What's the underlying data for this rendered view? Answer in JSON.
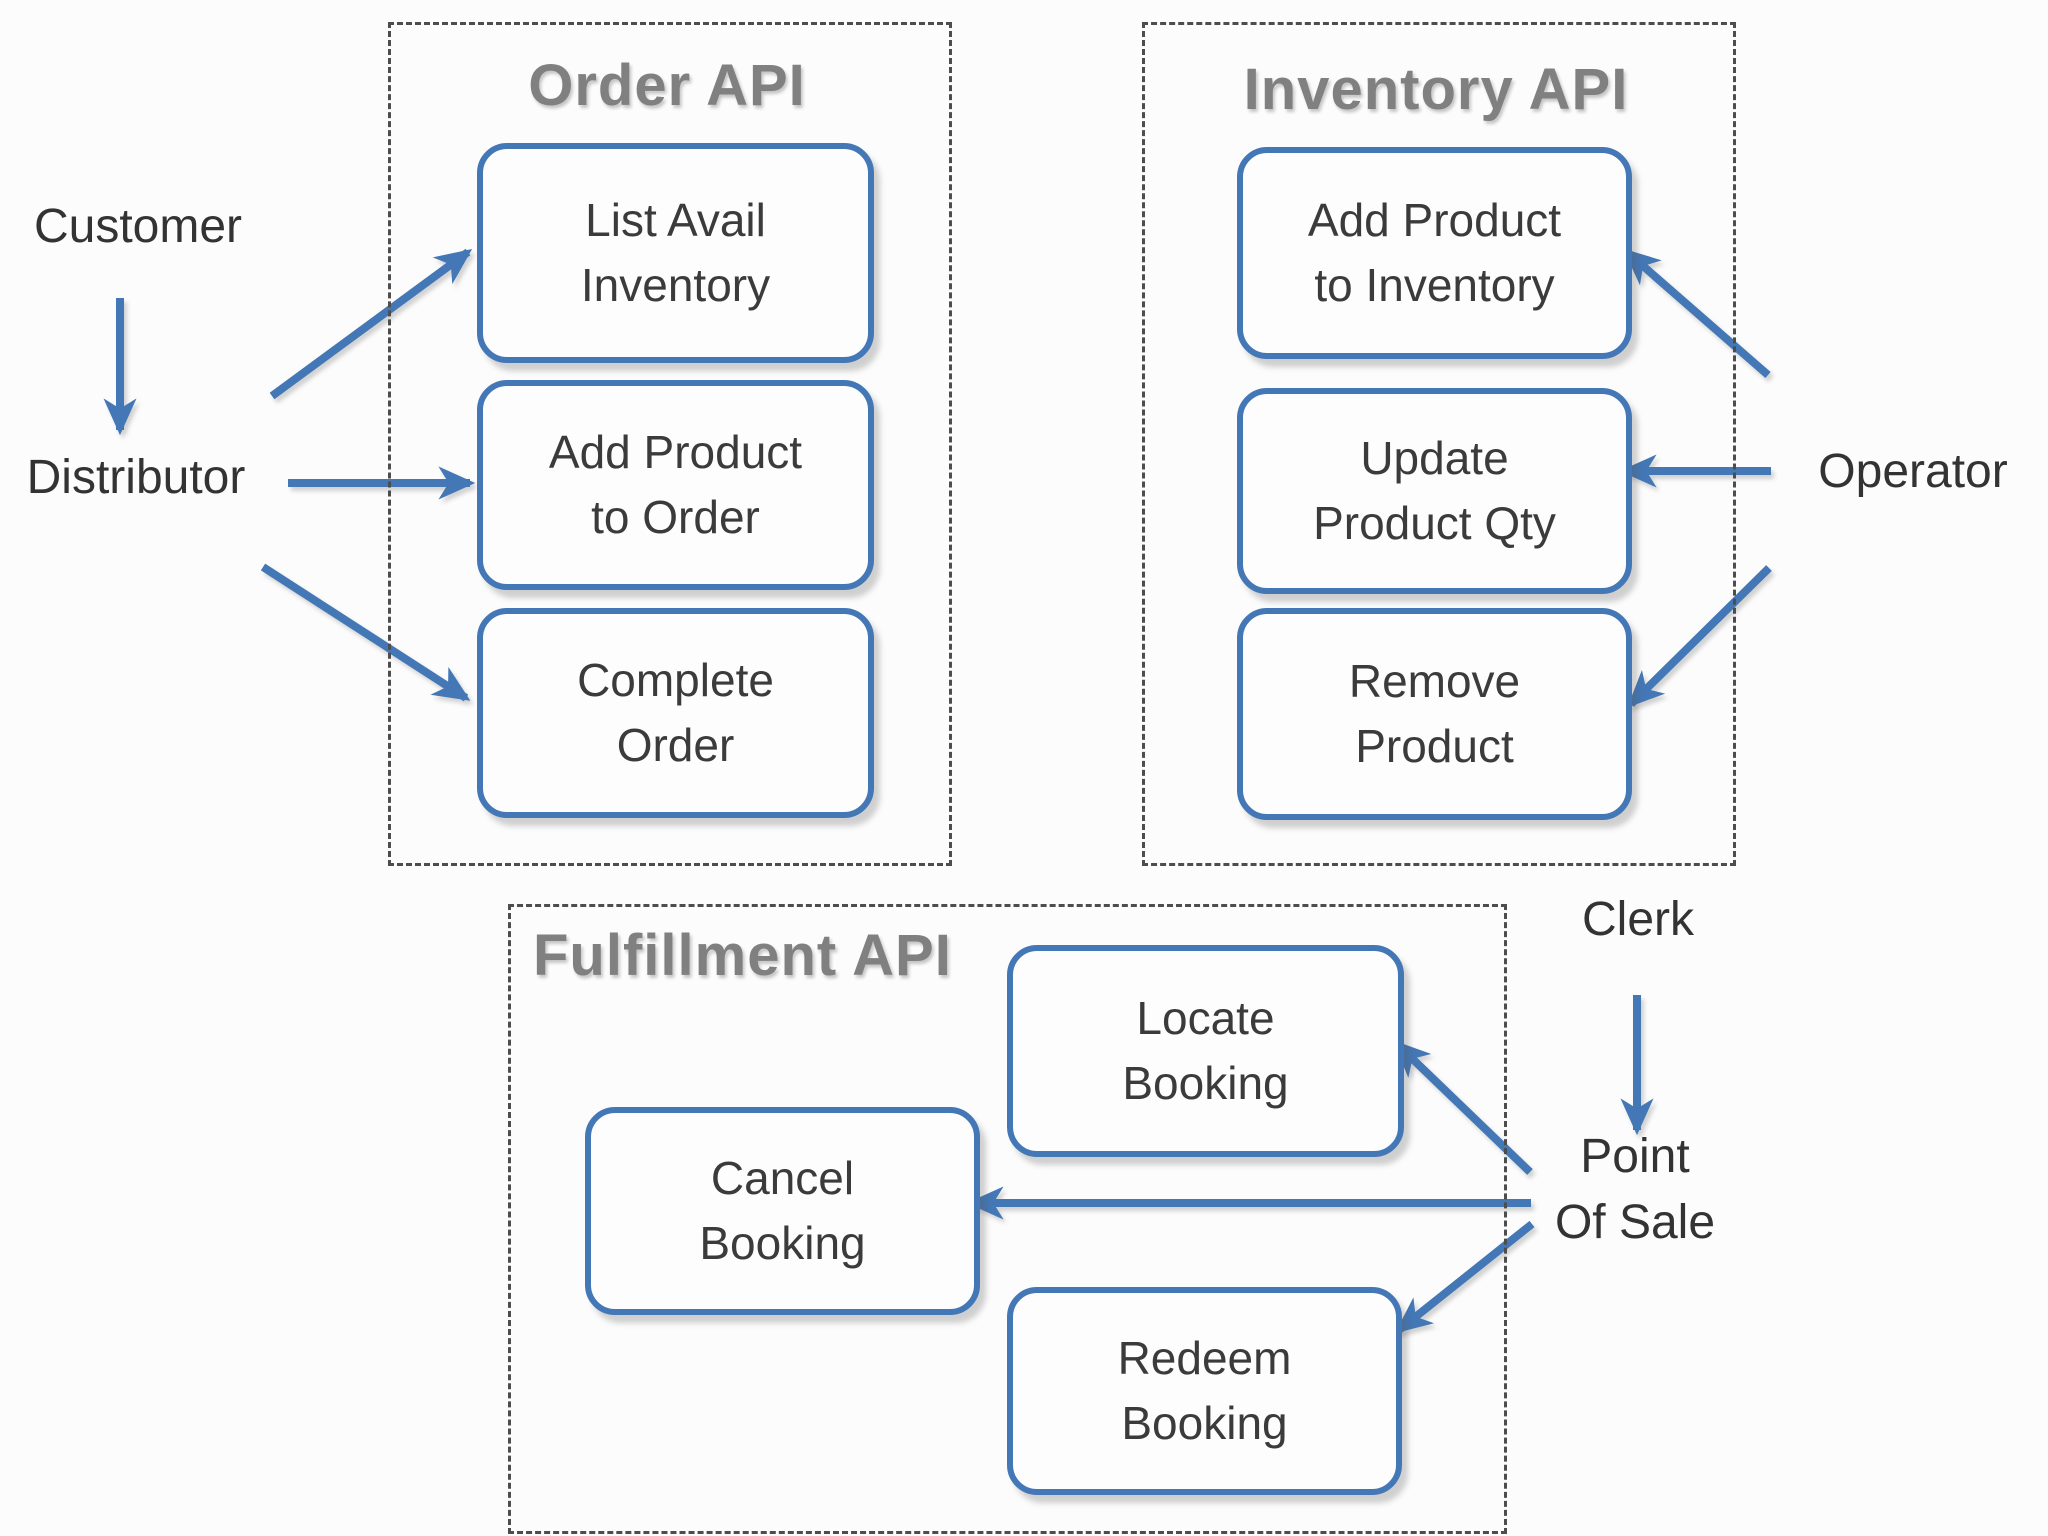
{
  "diagram": {
    "groups": [
      {
        "id": "order-api",
        "title": "Order API",
        "nodes": [
          {
            "id": "list-avail-inventory",
            "label": [
              "List Avail",
              "Inventory"
            ]
          },
          {
            "id": "add-product-to-order",
            "label": [
              "Add Product",
              "to Order"
            ]
          },
          {
            "id": "complete-order",
            "label": [
              "Complete",
              "Order"
            ]
          }
        ]
      },
      {
        "id": "inventory-api",
        "title": "Inventory API",
        "nodes": [
          {
            "id": "add-product-to-inventory",
            "label": [
              "Add Product",
              "to Inventory"
            ]
          },
          {
            "id": "update-product-qty",
            "label": [
              "Update",
              "Product Qty"
            ]
          },
          {
            "id": "remove-product",
            "label": [
              "Remove",
              "Product"
            ]
          }
        ]
      },
      {
        "id": "fulfillment-api",
        "title": "Fulfillment API",
        "nodes": [
          {
            "id": "locate-booking",
            "label": [
              "Locate",
              "Booking"
            ]
          },
          {
            "id": "cancel-booking",
            "label": [
              "Cancel",
              "Booking"
            ]
          },
          {
            "id": "redeem-booking",
            "label": [
              "Redeem",
              "Booking"
            ]
          }
        ]
      }
    ],
    "actors": [
      {
        "id": "customer",
        "label": "Customer"
      },
      {
        "id": "distributor",
        "label": "Distributor"
      },
      {
        "id": "operator",
        "label": "Operator"
      },
      {
        "id": "clerk",
        "label": "Clerk"
      },
      {
        "id": "point-of-sale",
        "label": [
          "Point",
          "Of Sale"
        ]
      }
    ],
    "edges": [
      {
        "from": "customer",
        "to": "distributor"
      },
      {
        "from": "distributor",
        "to": "list-avail-inventory"
      },
      {
        "from": "distributor",
        "to": "add-product-to-order"
      },
      {
        "from": "distributor",
        "to": "complete-order"
      },
      {
        "from": "operator",
        "to": "add-product-to-inventory"
      },
      {
        "from": "operator",
        "to": "update-product-qty"
      },
      {
        "from": "operator",
        "to": "remove-product"
      },
      {
        "from": "clerk",
        "to": "point-of-sale"
      },
      {
        "from": "point-of-sale",
        "to": "locate-booking"
      },
      {
        "from": "point-of-sale",
        "to": "cancel-booking"
      },
      {
        "from": "point-of-sale",
        "to": "redeem-booking"
      }
    ],
    "colors": {
      "accent_blue": "#4377B6",
      "node_text": "#3b3b3b",
      "group_title": "#808080",
      "dashed_border": "#4d4d4d",
      "background": "#fcfcfc"
    }
  }
}
